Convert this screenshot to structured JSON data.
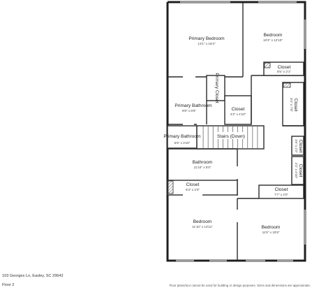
{
  "rooms": {
    "primary_bedroom": {
      "name": "Primary Bedroom",
      "dims": "13'1\" x 16'4\""
    },
    "bedroom_top": {
      "name": "Bedroom",
      "dims": "10'4\" x 12'10\""
    },
    "closet_top": {
      "name": "Closet",
      "dims": "6'5\" x 2'1\""
    },
    "primary_closet": {
      "name": "Primary Closet"
    },
    "primary_bathroom_1": {
      "name": "Primary Bathroom",
      "dims": "9'8\" x 8'6\""
    },
    "closet_mid": {
      "name": "Closet",
      "dims": "4'3\" x 4'10\""
    },
    "closet_right_tall": {
      "name": "Closet",
      "dims": "3'4\" x 7'0\""
    },
    "primary_bathroom_2": {
      "name": "Primary Bathroom",
      "dims": "5'5\" x 3'10\""
    },
    "stairs": {
      "name": "Stairs (Down)"
    },
    "closet_small_1": {
      "name": "Closet",
      "dims": "1'6\" x 2'2\""
    },
    "closet_small_2": {
      "name": "Closet",
      "dims": "2'1\" x 4'10\""
    },
    "bathroom": {
      "name": "Bathroom",
      "dims": "11'10\" x 5'0\""
    },
    "closet_left": {
      "name": "Closet",
      "dims": "6'3\" x 2'0\""
    },
    "closet_right": {
      "name": "Closet",
      "dims": "7'7\" x 2'0\""
    },
    "bedroom_bottom_left": {
      "name": "Bedroom",
      "dims": "11'10\" x 13'11\""
    },
    "bedroom_bottom_right": {
      "name": "Bedroom",
      "dims": "11'6\" x 10'6\""
    }
  },
  "footer": {
    "address": "103 Georges Ln, Easley, SC 29642",
    "floor": "Floor 2",
    "disclaimer": "Floor plans/tour cannot be used for building or design purposes. Sizes and dimensions are approximate."
  }
}
